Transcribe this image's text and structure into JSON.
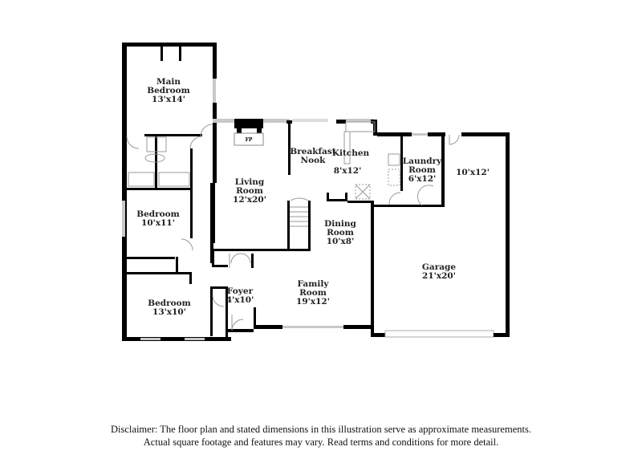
{
  "rooms": [
    {
      "id": "main-bedroom",
      "name": "Main Bedroom",
      "lines": [
        "Main",
        "Bedroom"
      ],
      "dims": "13'x14'"
    },
    {
      "id": "bedroom-2",
      "lines": [
        "Bedroom"
      ],
      "dims": "10'x11'"
    },
    {
      "id": "bedroom-3",
      "lines": [
        "Bedroom"
      ],
      "dims": "13'x10'"
    },
    {
      "id": "living-room",
      "lines": [
        "Living",
        "Room"
      ],
      "dims": "12'x20'"
    },
    {
      "id": "breakfast-nook",
      "lines": [
        "Breakfast",
        "Nook"
      ],
      "dims": ""
    },
    {
      "id": "kitchen",
      "lines": [
        "Kitchen"
      ],
      "dims": "8'x12'"
    },
    {
      "id": "laundry-room",
      "lines": [
        "Laundry",
        "Room"
      ],
      "dims": "6'x12'"
    },
    {
      "id": "storage",
      "lines": [],
      "dims": "10'x12'"
    },
    {
      "id": "dining-room",
      "lines": [
        "Dining",
        "Room"
      ],
      "dims": "10'x8'"
    },
    {
      "id": "family-room",
      "lines": [
        "Family",
        "Room"
      ],
      "dims": "19'x12'"
    },
    {
      "id": "foyer",
      "lines": [
        "Foyer"
      ],
      "dims": "4'x10'"
    },
    {
      "id": "garage",
      "lines": [
        "Garage"
      ],
      "dims": "21'x20'"
    }
  ],
  "fireplace_label": "FP",
  "disclaimer": {
    "line1": "Disclaimer: The floor plan and stated dimensions in this illustration serve as approximate measurements.",
    "line2": "Actual square footage and features may vary. Read terms and conditions for more detail."
  },
  "colors": {
    "wall": "#000000",
    "window": "#c8c8c8",
    "fixture": "#999999"
  }
}
